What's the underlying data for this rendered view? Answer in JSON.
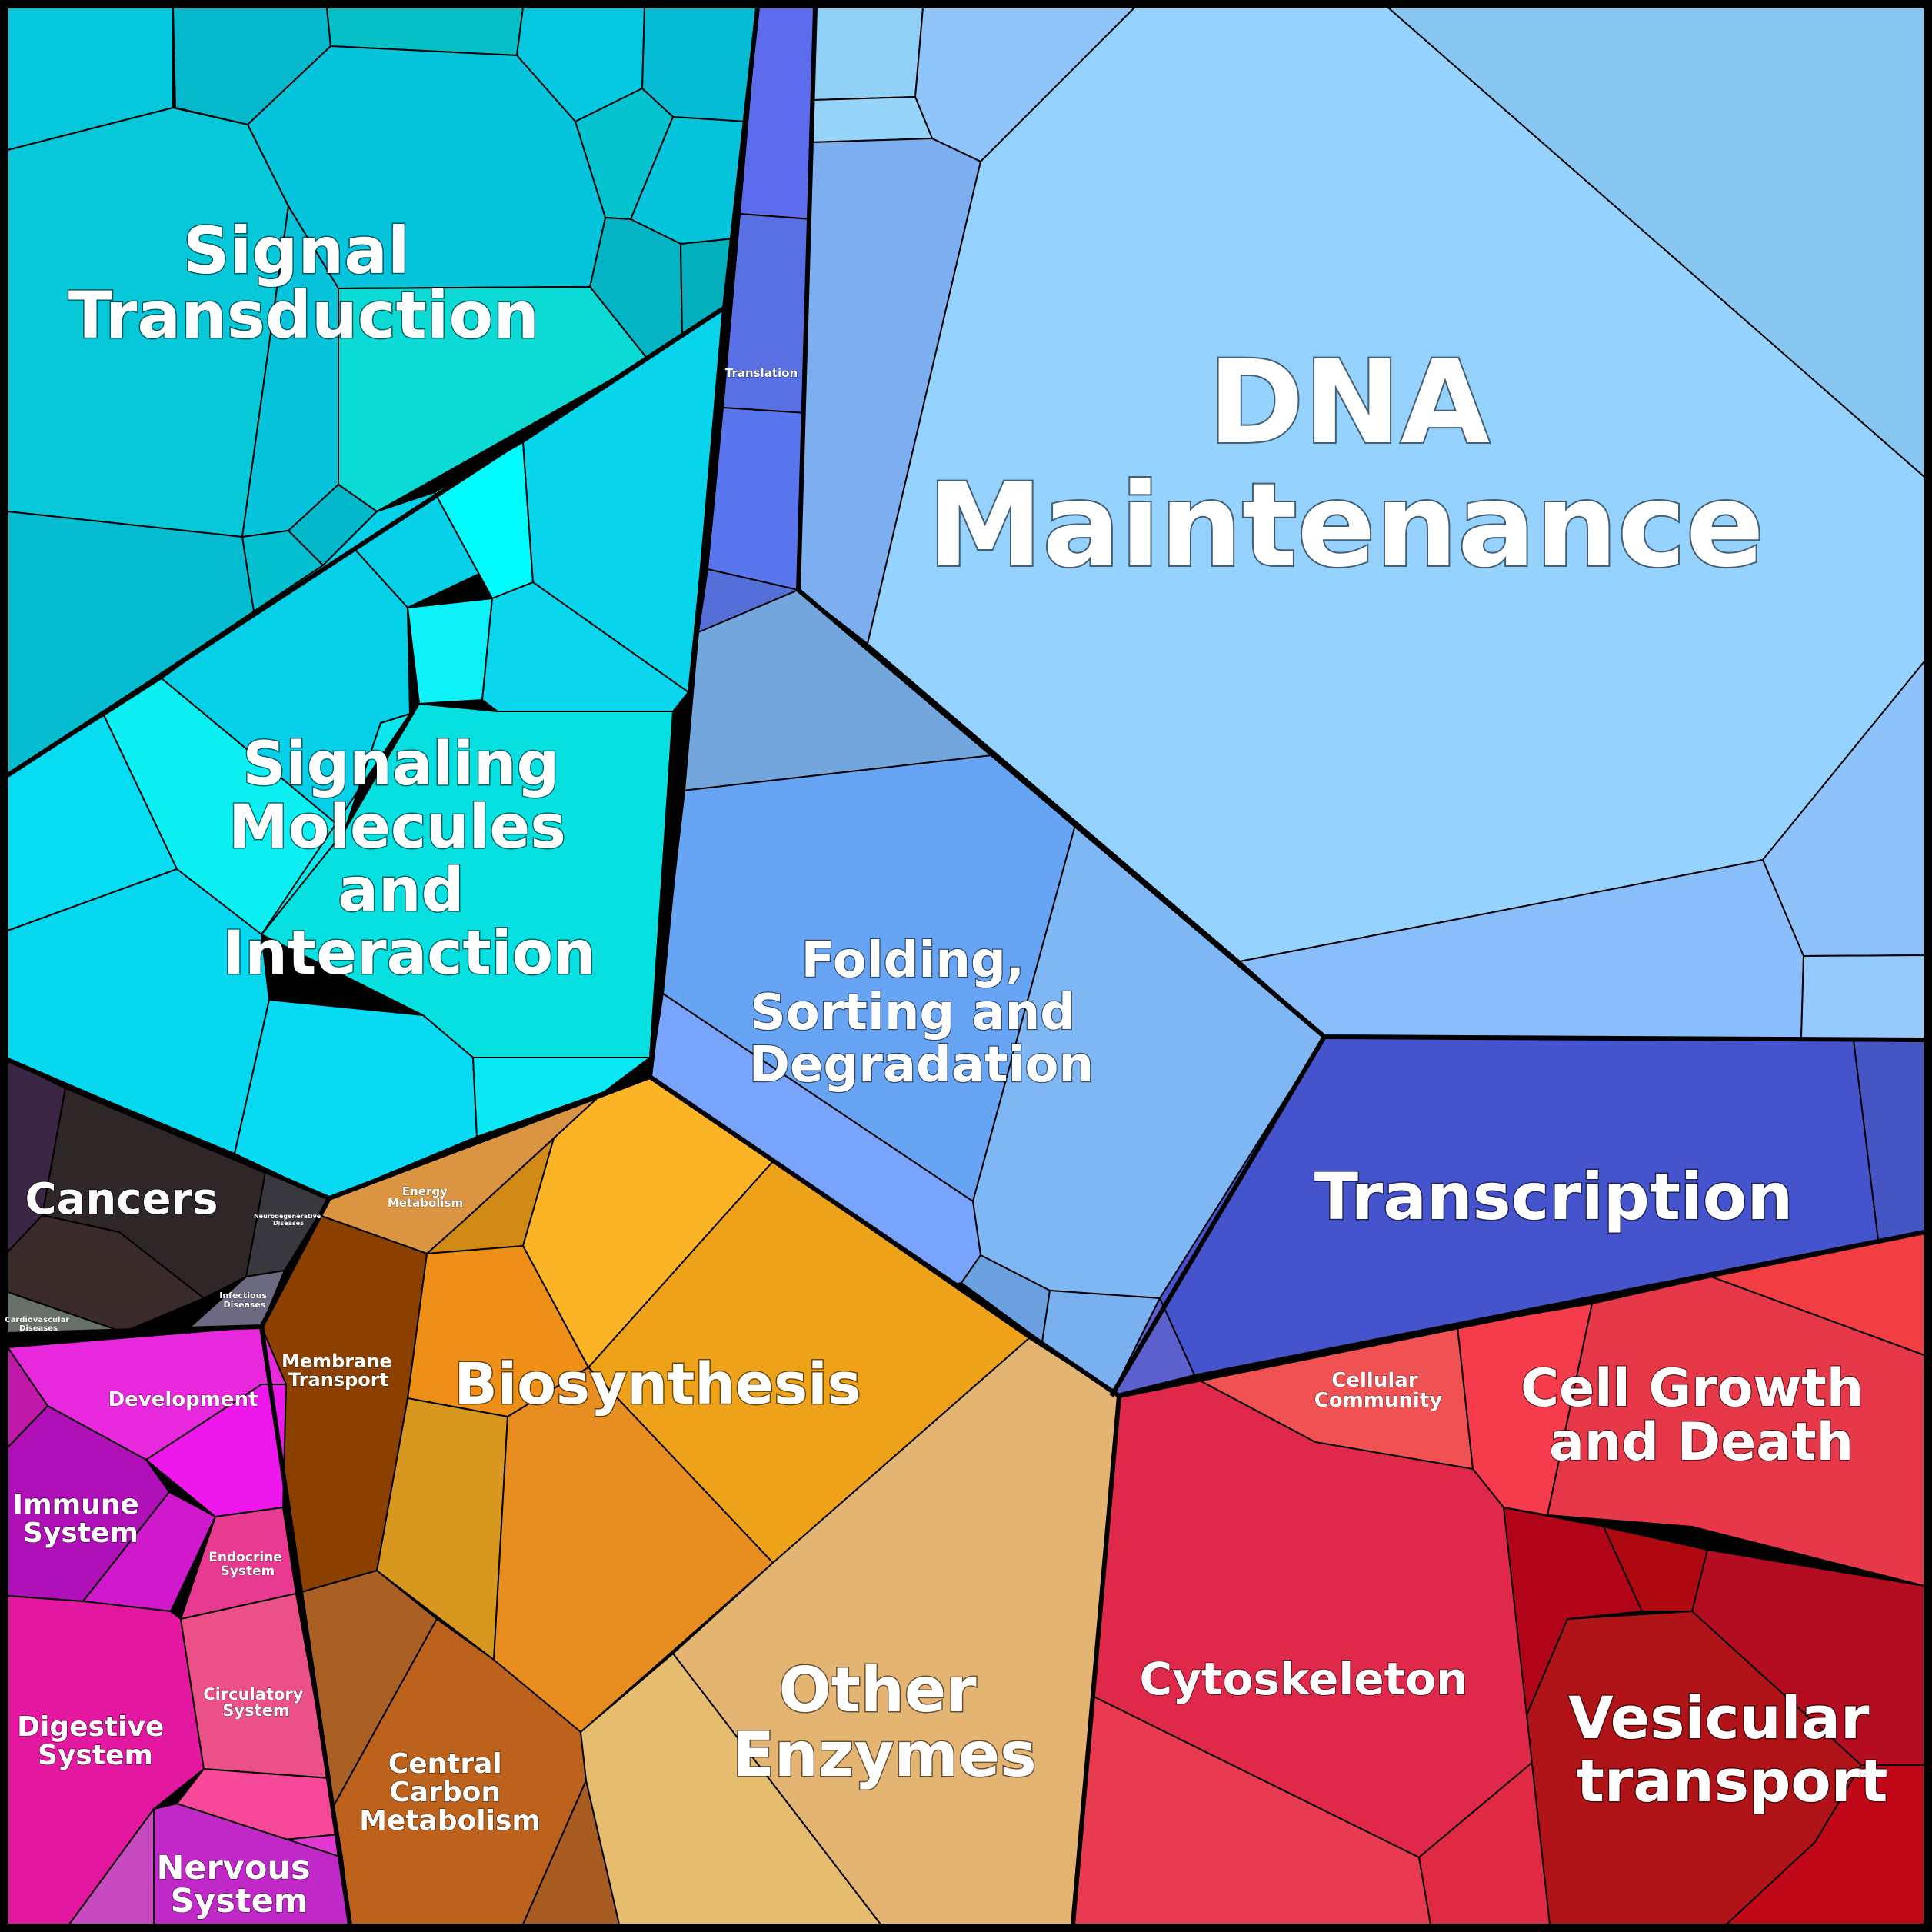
{
  "diagram": {
    "type": "voronoi-treemap",
    "background": "#000000",
    "groups": [
      {
        "id": "signal-transduction",
        "label": [
          "Signal",
          "Transduction"
        ],
        "color": "#07c5dd"
      },
      {
        "id": "signaling-molecules",
        "label": [
          "Signaling",
          "Molecules",
          "and",
          "Interaction"
        ],
        "color": "#0bdcf2"
      },
      {
        "id": "translation",
        "label": [
          "Translation"
        ],
        "color": "#5b70e8"
      },
      {
        "id": "dna-maintenance",
        "label": [
          "DNA",
          "Maintenance"
        ],
        "color": "#96d2fd"
      },
      {
        "id": "folding",
        "label": [
          "Folding,",
          "Sorting and",
          "Degradation"
        ],
        "color": "#6aa6f5"
      },
      {
        "id": "transcription",
        "label": [
          "Transcription"
        ],
        "color": "#4553cc"
      },
      {
        "id": "cancers",
        "label": [
          "Cancers"
        ],
        "color": "#2f2628"
      },
      {
        "id": "neurodegenerative",
        "label": [
          "Neurodegenerative",
          "Diseases"
        ],
        "color": "#383a40"
      },
      {
        "id": "infectious",
        "label": [
          "Infectious",
          "Diseases"
        ],
        "color": "#6b6a80"
      },
      {
        "id": "cardiovascular",
        "label": [
          "Cardiovascular",
          "Diseases"
        ],
        "color": "#68706a"
      },
      {
        "id": "energy",
        "label": [
          "Energy",
          "Metabolism"
        ],
        "color": "#da9442"
      },
      {
        "id": "biosynthesis",
        "label": [
          "Biosynthesis"
        ],
        "color": "#ee9e1d"
      },
      {
        "id": "membrane-transport",
        "label": [
          "Membrane",
          "Transport"
        ],
        "color": "#8b4000"
      },
      {
        "id": "central-carbon",
        "label": [
          "Central",
          "Carbon",
          "Metabolism"
        ],
        "color": "#b8621e"
      },
      {
        "id": "other-enzymes",
        "label": [
          "Other",
          "Enzymes"
        ],
        "color": "#e4b370"
      },
      {
        "id": "development",
        "label": [
          "Development"
        ],
        "color": "#e926e2"
      },
      {
        "id": "immune",
        "label": [
          "Immune",
          "System"
        ],
        "color": "#b212b8"
      },
      {
        "id": "endocrine",
        "label": [
          "Endocrine",
          "System"
        ],
        "color": "#e83a90"
      },
      {
        "id": "digestive",
        "label": [
          "Digestive",
          "System"
        ],
        "color": "#e418a0"
      },
      {
        "id": "circulatory",
        "label": [
          "Circulatory",
          "System"
        ],
        "color": "#ec5088"
      },
      {
        "id": "nervous",
        "label": [
          "Nervous",
          "System"
        ],
        "color": "#c02cc8"
      },
      {
        "id": "cellular-community",
        "label": [
          "Cellular",
          "Community"
        ],
        "color": "#f05254"
      },
      {
        "id": "cell-growth",
        "label": [
          "Cell Growth",
          "and Death"
        ],
        "color": "#e63848"
      },
      {
        "id": "cytoskeleton",
        "label": [
          "Cytoskeleton"
        ],
        "color": "#e0284a"
      },
      {
        "id": "vesicular",
        "label": [
          "Vesicular",
          "transport"
        ],
        "color": "#b01418"
      }
    ]
  }
}
